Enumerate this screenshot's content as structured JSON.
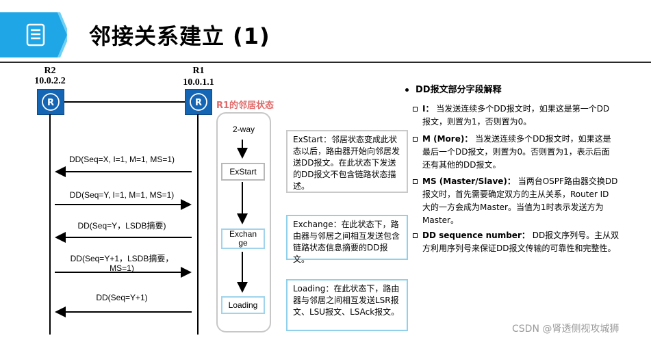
{
  "header": {
    "title": "邻接关系建立 (1)",
    "icon": "document-icon",
    "accent": "#1ea6e6"
  },
  "routers": {
    "r2": {
      "name": "R2",
      "ip": "10.0.2.2"
    },
    "r1": {
      "name": "R1",
      "ip": "10.0.1.1"
    },
    "icon": "router-icon",
    "color": "#1565b5"
  },
  "state_caption": "R1的邻居状态",
  "messages": [
    {
      "text": "DD(Seq=X, I=1, M=1, MS=1)",
      "direction": "to-r2"
    },
    {
      "text": "DD(Seq=Y, I=1, M=1, MS=1)",
      "direction": "to-r1"
    },
    {
      "text": "DD(Seq=Y，LSDB摘要)",
      "direction": "to-r2"
    },
    {
      "text": "DD(Seq=Y+1，LSDB摘要，",
      "text2": "MS=1)",
      "direction": "to-r1"
    },
    {
      "text": "DD(Seq=Y+1)",
      "direction": "to-r2"
    }
  ],
  "states": [
    "2-way",
    "ExStart",
    "Exchan",
    "ge",
    "Loading"
  ],
  "state_descriptions": [
    "ExStart：邻居状态变成此状态以后，路由器开始向邻居发送DD报文。在此状态下发送的DD报文不包含链路状态描述。",
    "Exchange：在此状态下，路由器与邻居之间相互发送包含链路状态信息摘要的DD报文。",
    "Loading：在此状态下，路由器与邻居之间相互发送LSR报文、LSU报文、LSAck报文。"
  ],
  "panel": {
    "title": "DD报文部分字段解释",
    "items": [
      {
        "term": "I：",
        "lines": [
          "当发送连续多个DD报文时，如果这是第一个DD",
          "报文，则置为1，否则置为0。"
        ]
      },
      {
        "term": "M (More)：",
        "lines": [
          "当发送连续多个DD报文时，如果这是",
          "最后一个DD报文，则置为0。否则置为1，表示后面",
          "还有其他的DD报文。"
        ]
      },
      {
        "term": "MS (Master/Slave)：",
        "lines": [
          "当两台OSPF路由器交换DD",
          "报文时，首先需要确定双方的主从关系，Router ID",
          "大的一方会成为Master。当值为1时表示发送方为",
          "Master。"
        ]
      },
      {
        "term": "DD sequence number：",
        "lines": [
          "DD报文序列号。主从双",
          "方利用序列号来保证DD报文传输的可靠性和完整性。"
        ]
      }
    ]
  },
  "watermark": "CSDN @肾透侧视攻城狮"
}
